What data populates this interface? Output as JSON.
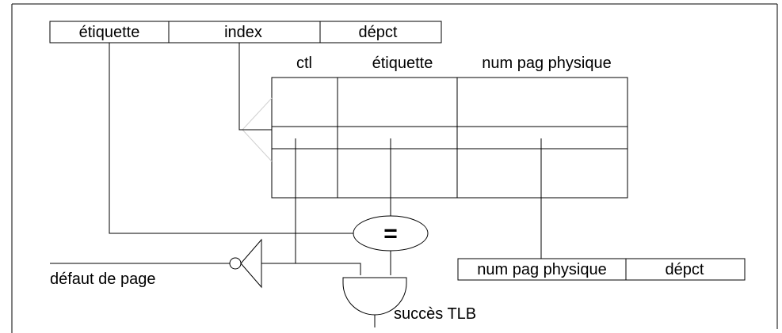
{
  "virtual_address": {
    "tag": "étiquette",
    "index": "index",
    "offset": "dépct"
  },
  "tlb": {
    "col_ctl": "ctl",
    "col_tag": "étiquette",
    "col_ppn": "num pag physique"
  },
  "comparator": {
    "symbol": "="
  },
  "page_fault": {
    "label": "défaut de page"
  },
  "tlb_hit": {
    "label": "succès TLB"
  },
  "physical_address": {
    "ppn": "num pag physique",
    "offset": "dépct"
  }
}
